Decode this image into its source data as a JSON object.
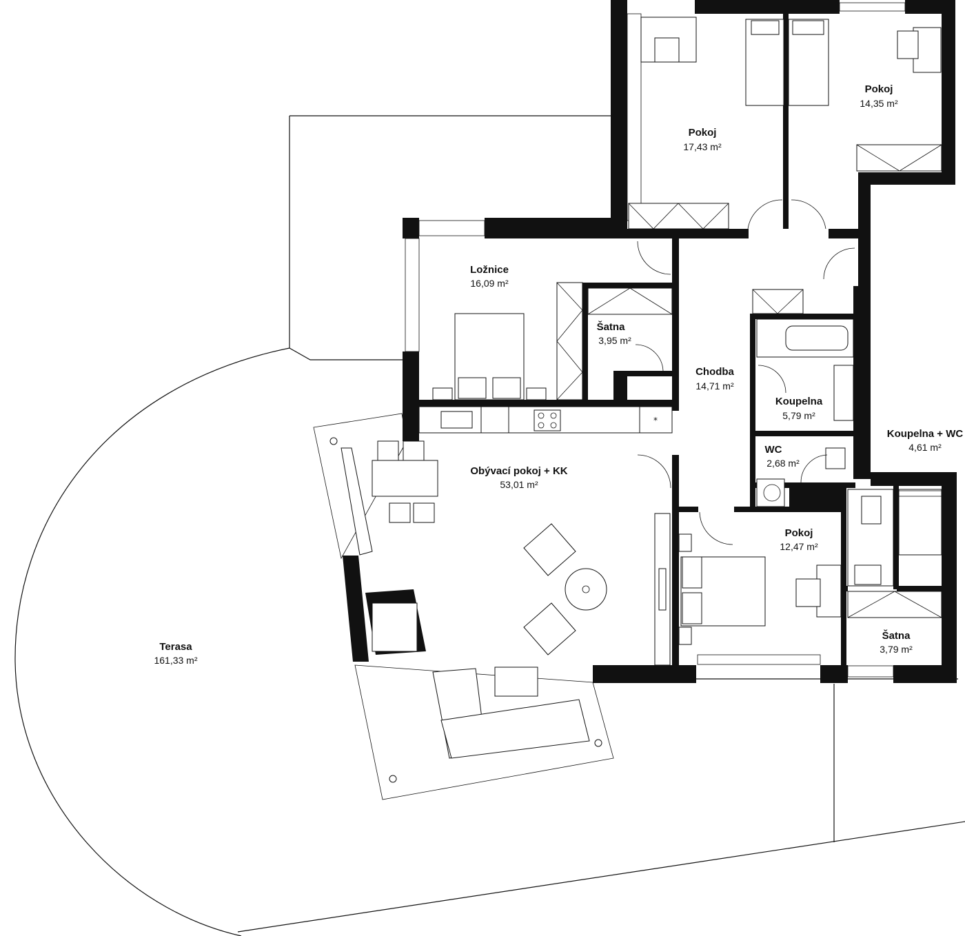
{
  "rooms": [
    {
      "id": "pokoj-nw",
      "name": "Pokoj",
      "area": "17,43 m²"
    },
    {
      "id": "pokoj-ne",
      "name": "Pokoj",
      "area": "14,35 m²"
    },
    {
      "id": "loznice",
      "name": "Ložnice",
      "area": "16,09 m²"
    },
    {
      "id": "satna-1",
      "name": "Šatna",
      "area": "3,95 m²"
    },
    {
      "id": "chodba",
      "name": "Chodba",
      "area": "14,71 m²"
    },
    {
      "id": "koupelna",
      "name": "Koupelna",
      "area": "5,79 m²"
    },
    {
      "id": "wc",
      "name": "WC",
      "area": "2,68 m²"
    },
    {
      "id": "koupelna-wc",
      "name": "Koupelna + WC",
      "area": "4,61 m²"
    },
    {
      "id": "obyvaci",
      "name": "Obývací pokoj + KK",
      "area": "53,01 m²"
    },
    {
      "id": "pokoj-s",
      "name": "Pokoj",
      "area": "12,47 m²"
    },
    {
      "id": "satna-2",
      "name": "Šatna",
      "area": "3,79 m²"
    },
    {
      "id": "terasa",
      "name": "Terasa",
      "area": "161,33 m²"
    }
  ],
  "colors": {
    "wall": "#111111",
    "background": "#ffffff"
  }
}
